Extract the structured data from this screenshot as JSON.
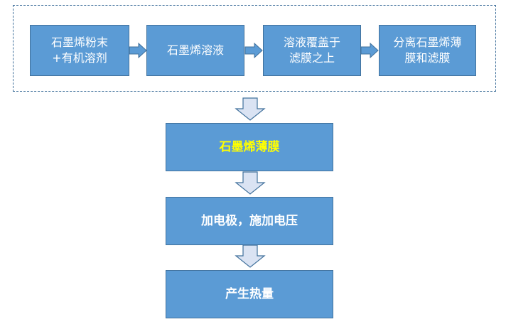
{
  "diagram": {
    "steps_top": [
      "石墨烯粉末\n+有机溶剂",
      "石墨烯溶液",
      "溶液覆盖于\n滤膜之上",
      "分离石墨烯薄\n膜和滤膜"
    ],
    "steps_main": [
      "石墨烯薄膜",
      "加电极，施加电压",
      "产生热量"
    ]
  },
  "colors": {
    "box_fill": "#5b9bd5",
    "box_border": "#41719c",
    "highlight_text": "#ffff00",
    "arrow_fill_down": "#dae3f3",
    "arrow_fill_right": "#5b9bd5"
  }
}
